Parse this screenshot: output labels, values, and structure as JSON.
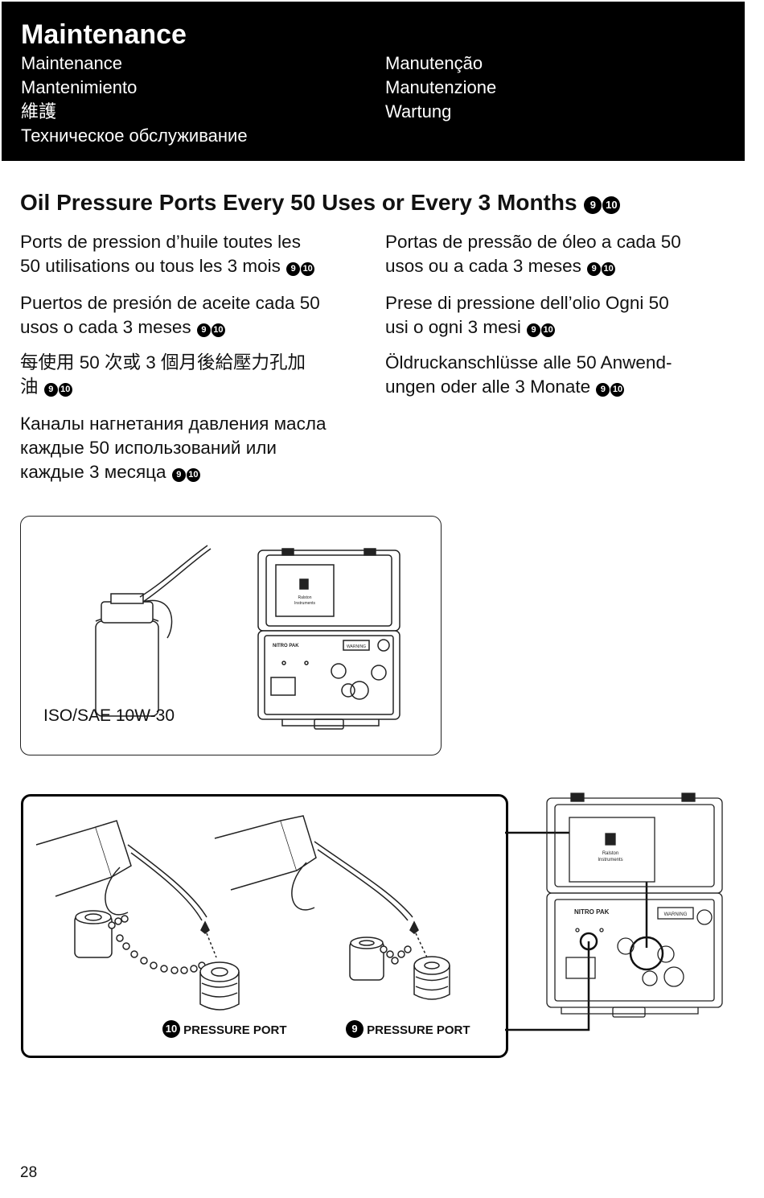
{
  "header": {
    "title": "Maintenance",
    "left": [
      "Maintenance",
      "Mantenimiento",
      "維護",
      "Техническое обслуживание"
    ],
    "right": [
      "Manutenção",
      "Manutenzione",
      "Wartung"
    ]
  },
  "section": {
    "title": "Oil Pressure Ports Every 50 Uses or Every 3 Months",
    "badges": [
      "9",
      "10"
    ]
  },
  "translations": {
    "fr": {
      "line1": "Ports de pression d’huile toutes les",
      "line2": "50 utilisations ou tous les 3 mois"
    },
    "es": {
      "line1": "Puertos de presión de aceite cada 50",
      "line2": "usos o cada 3 meses"
    },
    "zh": {
      "line1": "每使用 50 次或 3 個月後給壓力孔加",
      "line2": "油"
    },
    "ru": {
      "line1": "Каналы нагнетания давления масла",
      "line2": "каждые 50 использований или",
      "line3": "каждые 3 месяца"
    },
    "pt": {
      "line1": "Portas de pressão de óleo a cada 50",
      "line2": "usos ou a cada 3 meses"
    },
    "it": {
      "line1": "Prese di pressione dell’olio Ogni 50",
      "line2": "usi o ogni 3 mesi"
    },
    "de": {
      "line1": "Öldruckanschlüsse alle 50 Anwend-",
      "line2": "ungen oder alle 3 Monate"
    }
  },
  "figure1": {
    "oil_spec": "ISO/SAE 10W-30"
  },
  "figure2": {
    "ports": [
      {
        "number": "10",
        "label": "PRESSURE PORT"
      },
      {
        "number": "9",
        "label": "PRESSURE PORT"
      }
    ]
  },
  "case": {
    "brand_line1": "Ralston",
    "brand_line2": "Instruments",
    "product": "NITRO PAK",
    "warning": "WARNING"
  },
  "page_number": "28"
}
